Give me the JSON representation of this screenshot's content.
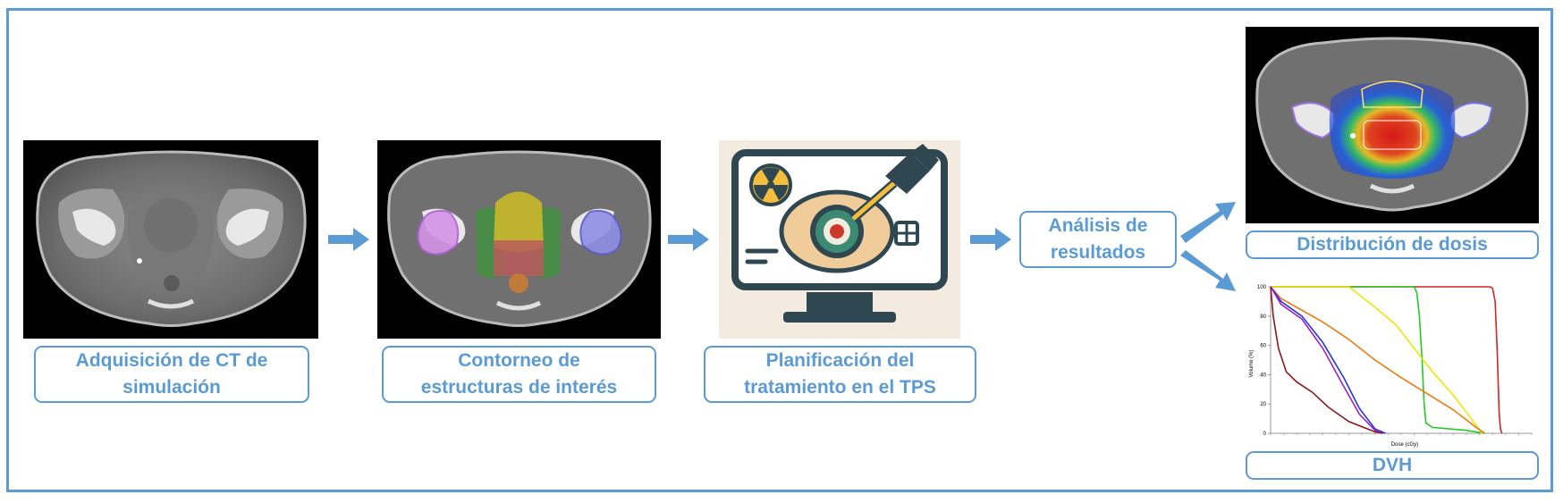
{
  "steps": [
    {
      "line1": "Adquisición de CT de",
      "line2": "simulación"
    },
    {
      "line1": "Contorneo de",
      "line2": "estructuras de interés"
    },
    {
      "line1": "Planificación del",
      "line2": "tratamiento en el TPS"
    },
    {
      "line1": "Análisis de",
      "line2": "resultados"
    }
  ],
  "outputs": {
    "dose_label": "Distribución de dosis",
    "dvh_label": "DVH"
  },
  "colors": {
    "accent": "#5b9bd5",
    "label_text": "#5b9bd5"
  },
  "icons": [
    "ct-scan-image",
    "contoured-ct-image",
    "tps-monitor-icon",
    "radiation-icon",
    "dose-distribution-image",
    "dvh-chart"
  ],
  "chart_data": {
    "type": "line",
    "xlabel": "Dose (cGy)",
    "ylabel": "Volume (%)",
    "ylim": [
      0,
      100
    ],
    "xlim": [
      0,
      100
    ],
    "y_ticks": [
      "0",
      "20",
      "40",
      "60",
      "80",
      "100"
    ],
    "grid": false,
    "series": [
      {
        "color": "#d62424",
        "x": [
          0,
          84,
          85,
          86,
          86.8,
          87.5,
          88,
          88.6
        ],
        "y": [
          100,
          100,
          99,
          90,
          55,
          15,
          3,
          0
        ]
      },
      {
        "color": "#22cc22",
        "x": [
          0,
          55,
          56,
          57,
          58,
          58.8,
          59.5,
          62,
          75,
          82
        ],
        "y": [
          100,
          100,
          96,
          80,
          50,
          20,
          7,
          4,
          2,
          0
        ]
      },
      {
        "color": "#f0e600",
        "x": [
          0,
          30,
          40,
          48,
          55,
          62,
          70,
          76,
          81
        ],
        "y": [
          100,
          100,
          86,
          74,
          58,
          42,
          26,
          12,
          0
        ]
      },
      {
        "color": "#ee7a10",
        "x": [
          0,
          4,
          10,
          20,
          30,
          40,
          50,
          60,
          70,
          78,
          82
        ],
        "y": [
          100,
          92,
          86,
          76,
          64,
          50,
          38,
          27,
          16,
          5,
          0
        ]
      },
      {
        "color": "#2233ee",
        "x": [
          0,
          4,
          12,
          20,
          28,
          34,
          40,
          44
        ],
        "y": [
          100,
          90,
          80,
          62,
          38,
          17,
          3,
          0
        ]
      },
      {
        "color": "#9a22cc",
        "x": [
          0,
          4,
          12,
          20,
          28,
          34,
          40,
          43
        ],
        "y": [
          100,
          88,
          78,
          58,
          32,
          13,
          2,
          0
        ]
      },
      {
        "color": "#8b1a1a",
        "x": [
          0,
          1,
          3,
          6,
          10,
          16,
          22,
          30,
          40,
          43
        ],
        "y": [
          100,
          80,
          58,
          42,
          35,
          28,
          18,
          8,
          1,
          0
        ]
      }
    ]
  }
}
